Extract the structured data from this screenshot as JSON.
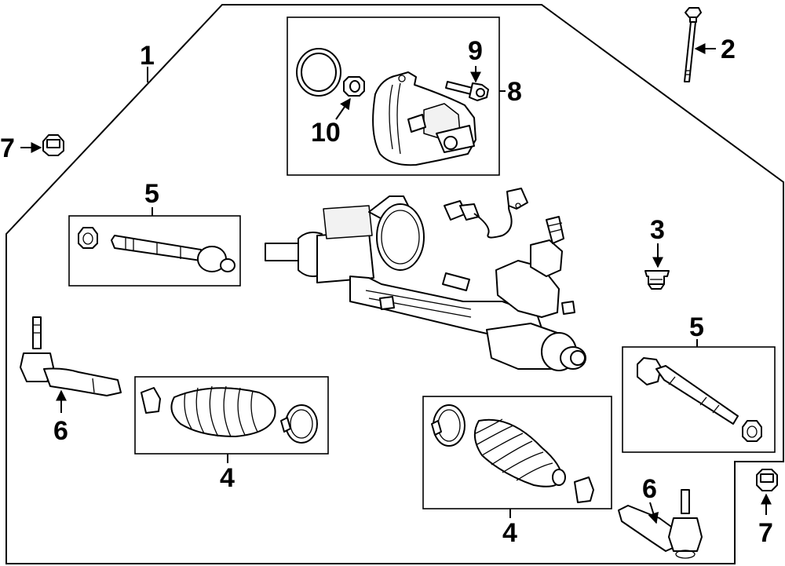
{
  "callouts": {
    "c1": "1",
    "c2": "2",
    "c3": "3",
    "c4a": "4",
    "c4b": "4",
    "c5a": "5",
    "c5b": "5",
    "c6a": "6",
    "c6b": "6",
    "c7a": "7",
    "c7b": "7",
    "c8": "8",
    "c9": "9",
    "c10": "10"
  }
}
